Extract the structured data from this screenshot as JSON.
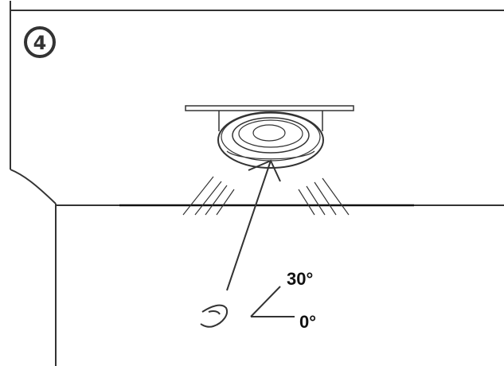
{
  "step": {
    "number": "4"
  },
  "angle_labels": {
    "upper": "30°",
    "lower": "0°"
  },
  "colors": {
    "line": "#333333",
    "background": "#ffffff"
  }
}
